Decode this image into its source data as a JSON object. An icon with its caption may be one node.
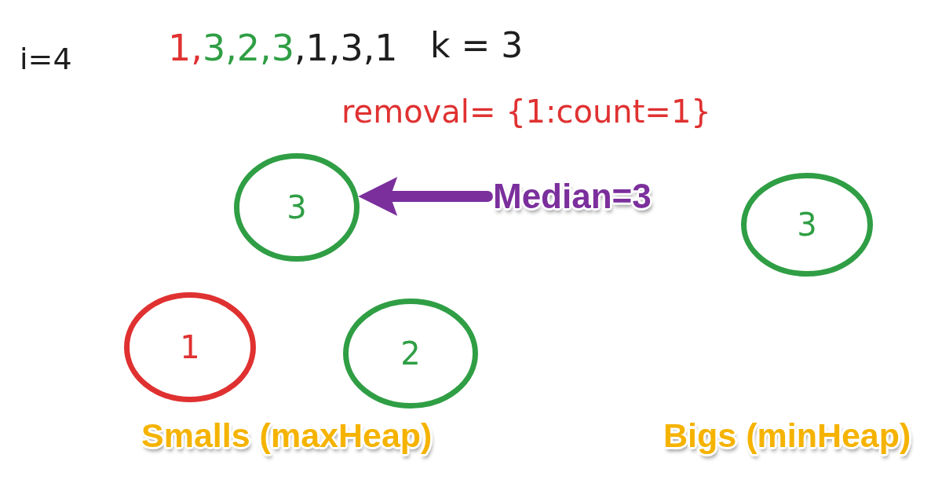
{
  "diagram": {
    "nodes": [
      {
        "text": [
          "3"
        ]
      },
      {
        "text": [
          "Median=3"
        ]
      },
      {
        "text": [
          "3"
        ]
      },
      {
        "text": [
          "1"
        ]
      },
      {
        "text": [
          "2"
        ]
      }
    ],
    "edges": [
      {
        "from": 1,
        "to": 0,
        "arrow": "to"
      }
    ],
    "labels": [
      "i=4",
      "1,3,2,3,1,3,1",
      "k = 3",
      "removal= {1:count=1}",
      "Smalls (maxHeap)",
      "Bigs (minHeap)"
    ]
  }
}
